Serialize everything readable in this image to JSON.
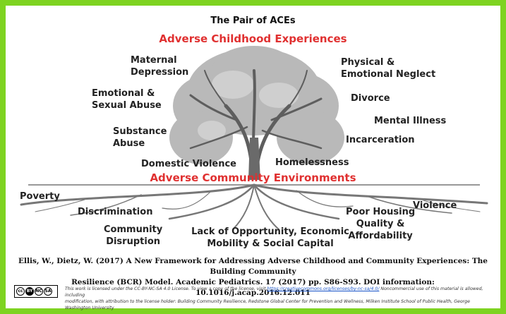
{
  "title": "The Pair of ACEs",
  "aces_heading": "Adverse Childhood Experiences",
  "ace_labels": [
    {
      "key": "maternal",
      "text": "Maternal\nDepression"
    },
    {
      "key": "emotional_sexual",
      "text": "Emotional &\nSexual Abuse"
    },
    {
      "key": "substance",
      "text": "Substance\nAbuse"
    },
    {
      "key": "domestic",
      "text": "Domestic Violence"
    },
    {
      "key": "physical",
      "text": "Physical &\nEmotional Neglect"
    },
    {
      "key": "divorce",
      "text": "Divorce"
    },
    {
      "key": "mental",
      "text": "Mental Illness"
    },
    {
      "key": "incarceration",
      "text": "Incarceration"
    },
    {
      "key": "homelessness",
      "text": "Homelessness"
    }
  ],
  "community_heading": "Adverse Community Environments",
  "community_labels": [
    {
      "key": "poverty",
      "text": "Poverty"
    },
    {
      "key": "discrimination",
      "text": "Discrimination"
    },
    {
      "key": "disruption",
      "text": "Community\nDisruption"
    },
    {
      "key": "opportunity",
      "text": "Lack of Opportunity, Economic\nMobility & Social Capital"
    },
    {
      "key": "housing",
      "text": "Poor Housing\nQuality &\nAffordability"
    },
    {
      "key": "violence",
      "text": "Violence"
    }
  ],
  "citation_line1": "Ellis, W., Dietz, W. (2017)  A New Framework for Addressing Adverse Childhood and Community Experiences: The Building Community",
  "citation_line2": "Resilience (BCR) Model. Academic Pediatrics. 17 (2017) pp. S86-S93. DOI information: 10.1016/j.acap.2016.12.011",
  "license": {
    "before_link": "This work is licensed under the CC-BY-NC-SA 4.0 License. To view a copy of the license, visit ",
    "link": "https://creativecommons.org/licenses/by-nc-sa/4.0/",
    "after_link": "  Noncommercial use of this material is allowed, including",
    "line2": "modification, with attribution to the license holder: Building Community Resilience, Redstone Global Center for Prevention and Wellness, Milken Institute School of Public Health, George Washington University"
  },
  "cc_badge": {
    "cc": "cc",
    "by": "BY",
    "nc": "NC",
    "sa": "SA"
  },
  "colors": {
    "border": "#7ed321",
    "heading_red": "#e03030",
    "tree": "#8a8a8a"
  }
}
